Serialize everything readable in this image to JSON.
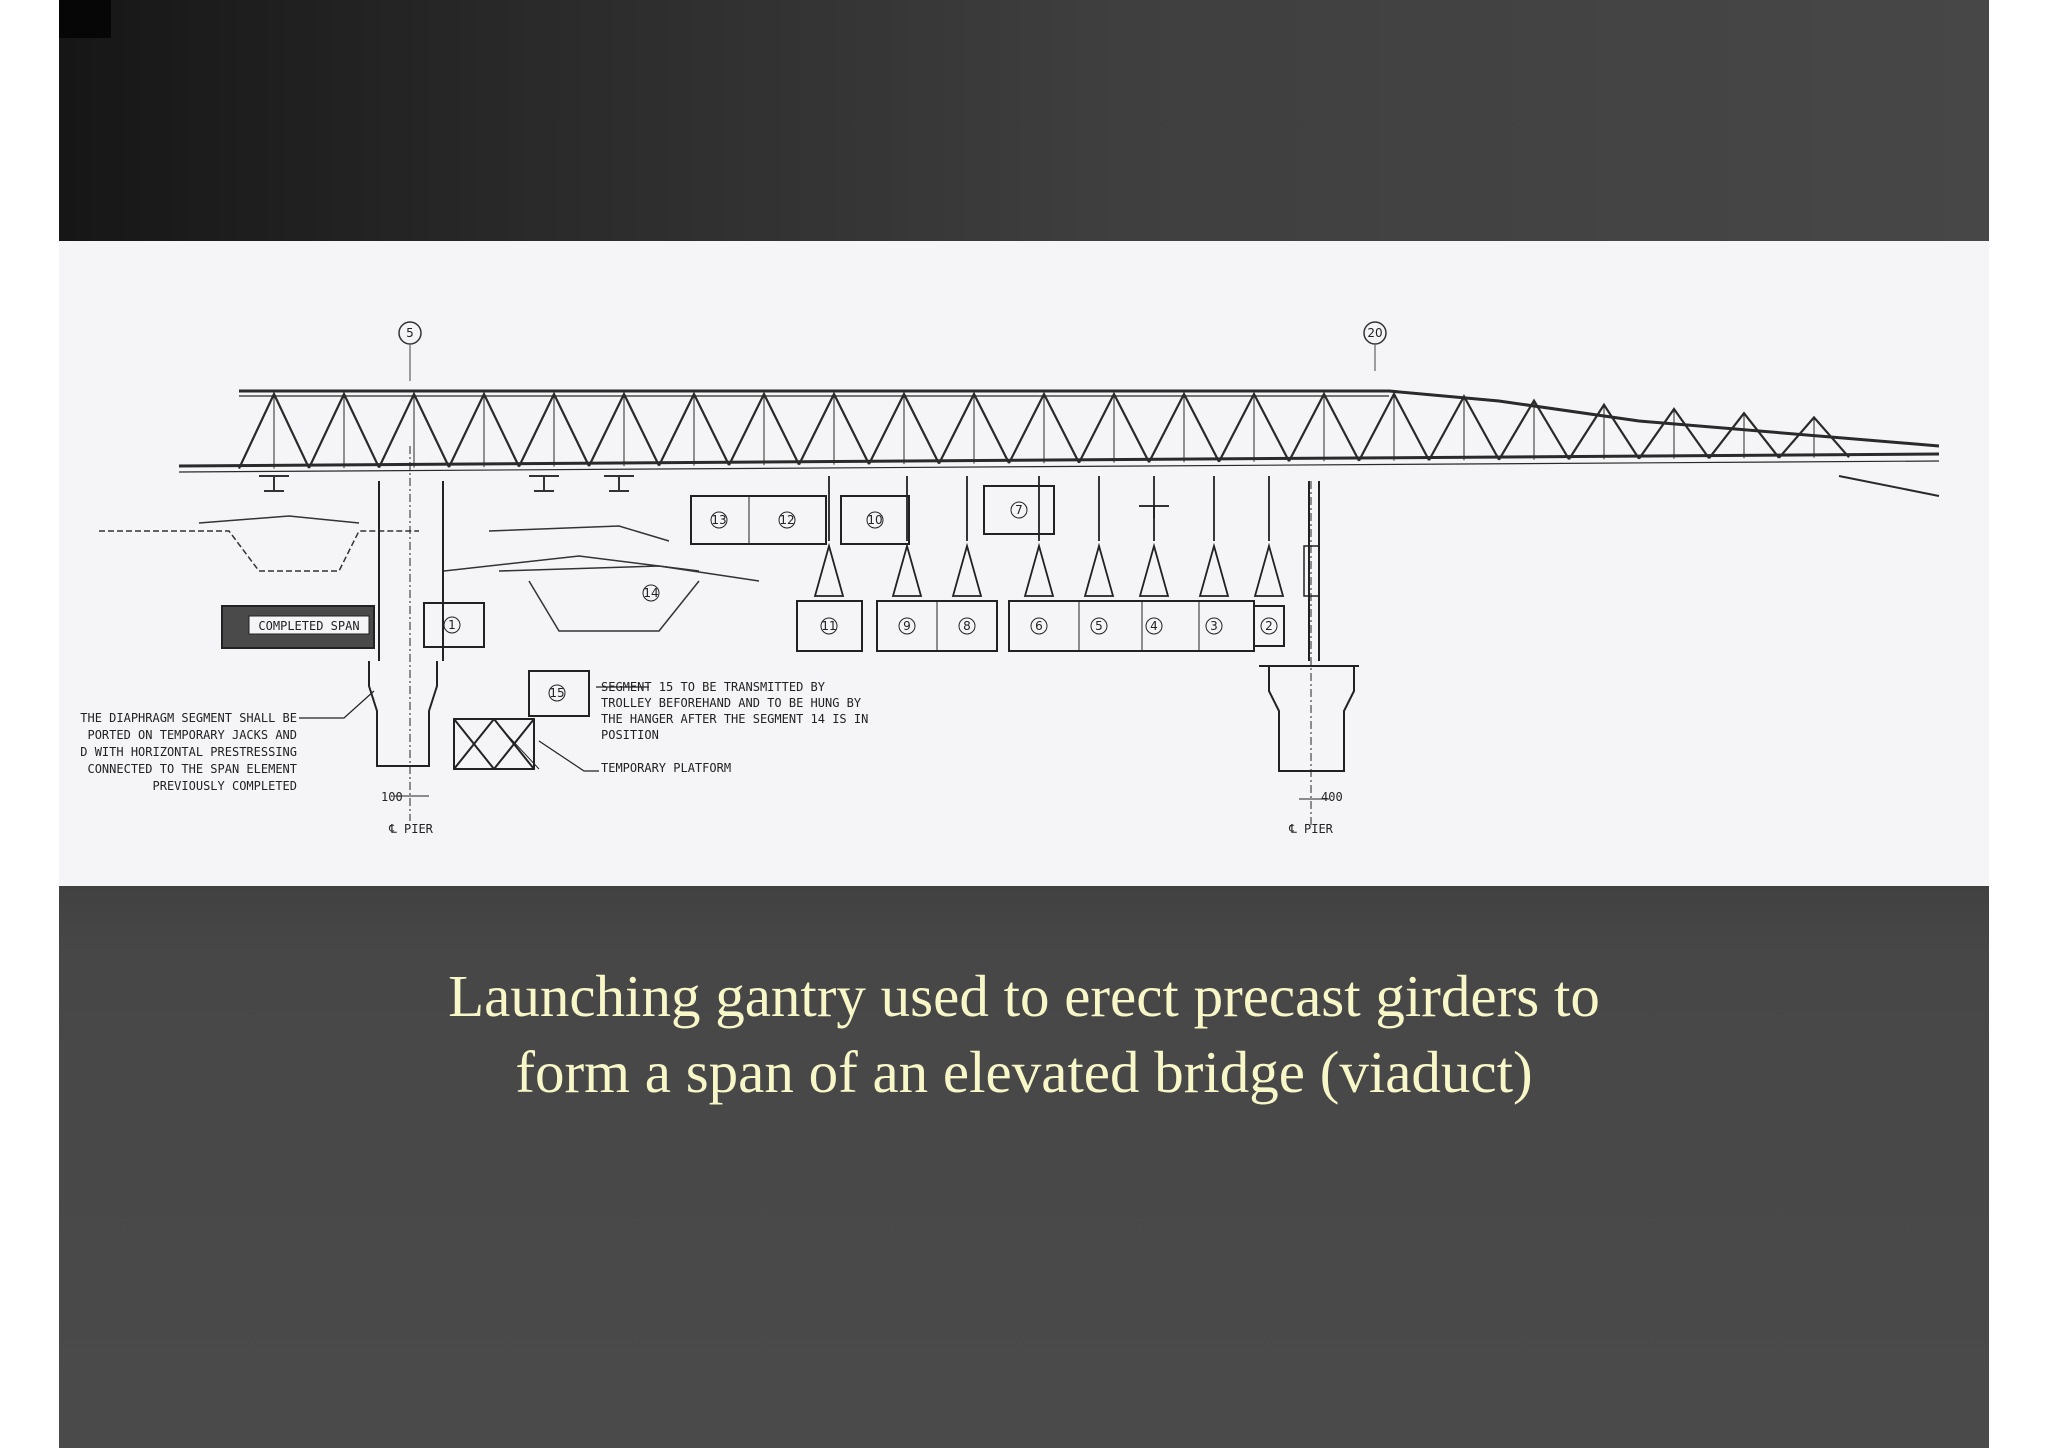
{
  "caption": {
    "line1": "Launching gantry used to erect precast girders to",
    "line2": "form a span of an elevated bridge (viaduct)"
  },
  "diagram": {
    "pier_labels": [
      "5",
      "20"
    ],
    "completed_span_label": "COMPLETED SPAN",
    "upper_segments": [
      "13",
      "12",
      "10",
      "7"
    ],
    "lower_segments": [
      "11",
      "9",
      "8",
      "6",
      "5",
      "4",
      "3",
      "2"
    ],
    "first_segment": "1",
    "moving_segment": "14",
    "platform_segment": "15",
    "note_left": [
      "THE DIAPHRAGM SEGMENT SHALL BE",
      "PORTED ON TEMPORARY JACKS AND",
      "D WITH HORIZONTAL PRESTRESSING",
      "CONNECTED TO THE SPAN ELEMENT",
      "PREVIOUSLY COMPLETED"
    ],
    "note_right": [
      "SEGMENT 15 TO BE TRANSMITTED BY",
      "TROLLEY BEFOREHAND AND TO BE HUNG BY",
      "THE HANGER AFTER THE SEGMENT 14 IS IN",
      "POSITION"
    ],
    "platform_label": "TEMPORARY PLATFORM",
    "dim_left": "100",
    "dim_right": "400",
    "pier_axis_label": "℄ PIER"
  }
}
